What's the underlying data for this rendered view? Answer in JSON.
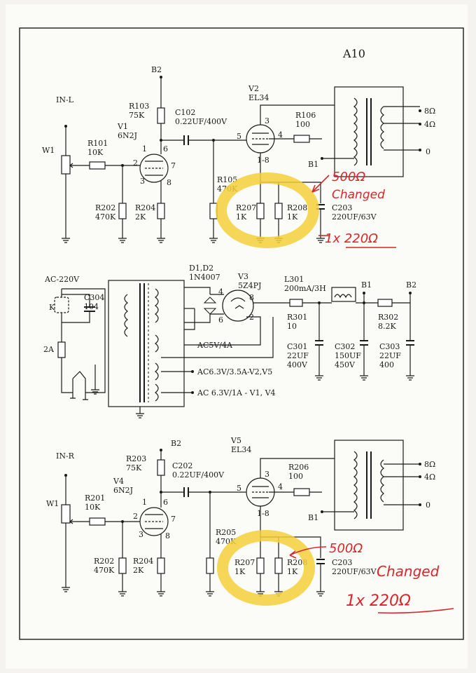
{
  "title": "A10",
  "left_channel": {
    "input": "IN-L",
    "w1": "W1",
    "b2": "B2",
    "b1": "B1",
    "r101": {
      "ref": "R101",
      "val": "10K"
    },
    "r103": {
      "ref": "R103",
      "val": "75K"
    },
    "v1": {
      "ref": "V1",
      "type": "6N2J"
    },
    "c102": {
      "ref": "C102",
      "val": "0.22UF/400V"
    },
    "v2": {
      "ref": "V2",
      "type": "EL34"
    },
    "r106": {
      "ref": "R106",
      "val": "100"
    },
    "r105": {
      "ref": "R105",
      "val": "470K"
    },
    "r202": {
      "ref": "R202",
      "val": "470K"
    },
    "r204": {
      "ref": "R204",
      "val": "2K"
    },
    "r207": {
      "ref": "R207",
      "val": "1K"
    },
    "r208": {
      "ref": "R208",
      "val": "1K"
    },
    "c203": {
      "ref": "C203",
      "val": "220UF/63V"
    },
    "pins": {
      "p1": "1",
      "p2": "2",
      "p3": "3",
      "p6": "6",
      "p7": "7",
      "p8": "8",
      "v2p3": "3",
      "v2p4": "4",
      "v2p5": "5",
      "v2p18": "1-8"
    },
    "taps": {
      "t8": "8Ω",
      "t4": "4Ω",
      "t0": "0"
    },
    "notes": {
      "a": "500Ω",
      "b": "Changed",
      "c": "1x 220Ω"
    }
  },
  "power_supply": {
    "ac": "AC-220V",
    "k": "K",
    "fuse": "2A",
    "c304": {
      "ref": "C304",
      "val": "104"
    },
    "d1d2": {
      "ref": "D1,D2",
      "val": "1N4007"
    },
    "v3": {
      "ref": "V3",
      "type": "5Z4PJ"
    },
    "l301": {
      "ref": "L301",
      "val": "200mA/3H"
    },
    "r301": {
      "ref": "R301",
      "val": "10"
    },
    "r302": {
      "ref": "R302",
      "val": "8.2K"
    },
    "c301": {
      "ref": "C301",
      "v1": "22UF",
      "v2": "400V"
    },
    "c302": {
      "ref": "C302",
      "v1": "150UF",
      "v2": "450V"
    },
    "c303": {
      "ref": "C303",
      "v1": "22UF",
      "v2": "400"
    },
    "b1": "B1",
    "b2": "B2",
    "ac5": "AC5V/4A",
    "ac63a": "AC6.3V/3.5A-V2,V5",
    "ac63b": "AC 6.3V/1A - V1, V4",
    "pins": {
      "p2": "2",
      "p4": "4",
      "p6": "6",
      "p8": "8"
    }
  },
  "right_channel": {
    "input": "IN-R",
    "w1": "W1",
    "b2": "B2",
    "b1": "B1",
    "r201": {
      "ref": "R201",
      "val": "10K"
    },
    "r203": {
      "ref": "R203",
      "val": "75K"
    },
    "v4": {
      "ref": "V4",
      "type": "6N2J"
    },
    "c202": {
      "ref": "C202",
      "val": "0.22UF/400V"
    },
    "v5": {
      "ref": "V5",
      "type": "EL34"
    },
    "r206": {
      "ref": "R206",
      "val": "100"
    },
    "r205": {
      "ref": "R205",
      "val": "470K"
    },
    "r202": {
      "ref": "R202",
      "val": "470K"
    },
    "r204": {
      "ref": "R204",
      "val": "2K"
    },
    "r207": {
      "ref": "R207",
      "val": "1K"
    },
    "r208": {
      "ref": "R208",
      "val": "1K"
    },
    "c203": {
      "ref": "C203",
      "val": "220UF/63V"
    },
    "pins": {
      "p1": "1",
      "p2": "2",
      "p3": "3",
      "p6": "6",
      "p7": "7",
      "p8": "8",
      "v5p3": "3",
      "v5p4": "4",
      "v5p5": "5",
      "v5p18": "1-8"
    },
    "taps": {
      "t8": "8Ω",
      "t4": "4Ω",
      "t0": "0"
    },
    "notes": {
      "a": "500Ω",
      "b": "Changed",
      "c": "1x 220Ω"
    }
  }
}
